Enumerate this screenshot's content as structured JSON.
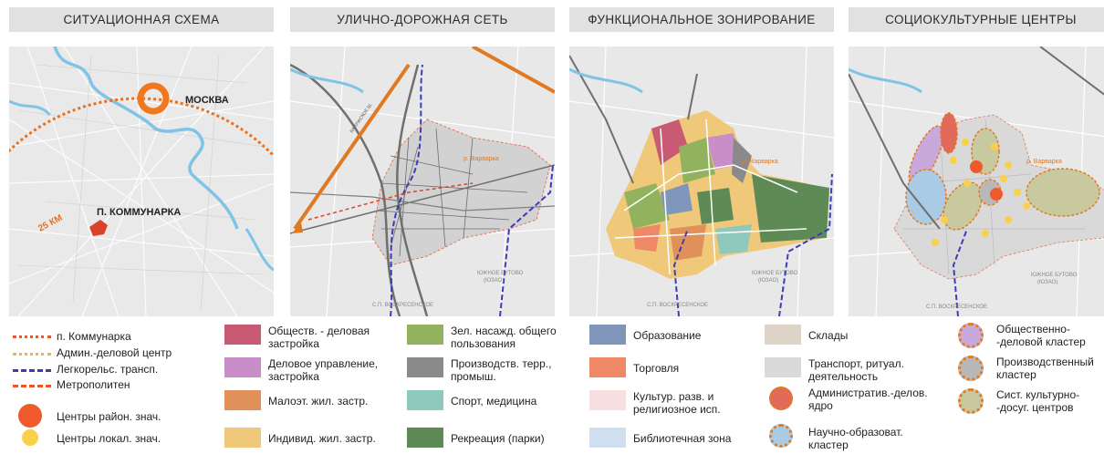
{
  "panels": [
    {
      "title": "СИТУАЦИОННАЯ СХЕМА"
    },
    {
      "title": "УЛИЧНО-ДОРОЖНАЯ СЕТЬ"
    },
    {
      "title": "ФУНКЦИОНАЛЬНОЕ ЗОНИРОВАНИЕ"
    },
    {
      "title": "СОЦИОКУЛЬТУРНЫЕ ЦЕНТРЫ"
    }
  ],
  "map1": {
    "moscow": "МОСКВА",
    "kommunarka": "П. КОММУНАРКА",
    "radius": "25 КМ"
  },
  "map2": {
    "river": "р. Варварка",
    "bottom1": "ЮЖНОЕ БУТОВО",
    "bottom2": "(ЮЗАО)",
    "bottom3": "С.П. ВОСКРЕСЕНСКОЕ",
    "road": "КАЛУЖСКОЕ Ш."
  },
  "map3": {
    "river": "р. Варварка",
    "bottom1": "ЮЖНОЕ БУТОВО",
    "bottom2": "(ЮЗАО)",
    "bottom3": "С.П. ВОСКРЕСЕНСКОЕ"
  },
  "map4": {
    "river": "р. Варварка",
    "bottom1": "ЮЖНОЕ БУТОВО",
    "bottom2": "(ЮЗАО)",
    "bottom3": "С.П. ВОСКРЕСЕНСКОЕ"
  },
  "legend": {
    "lines": [
      {
        "label": "п. Коммунарка",
        "color": "#e8562a"
      },
      {
        "label": "Админ.-деловой центр",
        "color": "#f2b43a"
      },
      {
        "label": "Легкорельс. трансп.",
        "color": "#3b3bb3"
      },
      {
        "label": "Метрополитен",
        "color": "#e8562a"
      }
    ],
    "dots": [
      {
        "label": "Центры район. знач.",
        "color": "#ee5a2c"
      },
      {
        "label": "Центры локал. знач.",
        "color": "#f9d04a"
      }
    ],
    "col2": [
      {
        "label1": "Обществ. - деловая",
        "label2": "застройка",
        "color": "#c85a73"
      },
      {
        "label1": "Деловое управление,",
        "label2": "застройка",
        "color": "#c98ec8"
      },
      {
        "label1": "Малоэт. жил. застр.",
        "label2": "",
        "color": "#e0915a"
      },
      {
        "label1": "Индивид. жил. застр.",
        "label2": "",
        "color": "#efc87a"
      }
    ],
    "col3": [
      {
        "label1": "Зел. насажд. общего",
        "label2": "пользования",
        "color": "#93b25e"
      },
      {
        "label1": "Производств. терр.,",
        "label2": "промыш.",
        "color": "#8a8a8a"
      },
      {
        "label1": "Спорт, медицина",
        "label2": "",
        "color": "#8fc8bd"
      },
      {
        "label1": "Рекреация (парки)",
        "label2": "",
        "color": "#5e8a55"
      }
    ],
    "col4": [
      {
        "label1": "Образование",
        "label2": "",
        "color": "#7f95ba"
      },
      {
        "label1": "Торговля",
        "label2": "",
        "color": "#ef8866"
      },
      {
        "label1": "Культур. разв. и",
        "label2": "религиозное исп.",
        "color": "#f8dfe0"
      },
      {
        "label1": "Библиотечная зона",
        "label2": "",
        "color": "#cfdff0"
      }
    ],
    "col5": [
      {
        "label1": "Склады",
        "label2": "",
        "color": "#ddd3c7"
      },
      {
        "label1": "Транспорт, ритуал.",
        "label2": "деятельность",
        "color": "#dadada"
      },
      {
        "label1": "Административ.-делов.",
        "label2": "ядро",
        "color": "#e26a5a"
      },
      {
        "label1": "Научно-образоват.",
        "label2": "кластер",
        "color": "#a9cbe6"
      }
    ],
    "col6": [
      {
        "label1": "Общественно-",
        "label2": "-деловой кластер",
        "color": "#c9a9dc"
      },
      {
        "label1": "Производственный",
        "label2": "кластер",
        "color": "#b8b8b8"
      },
      {
        "label1": "Сист. культурно-",
        "label2": "-досуг. центров",
        "color": "#c9c9a0"
      }
    ]
  }
}
